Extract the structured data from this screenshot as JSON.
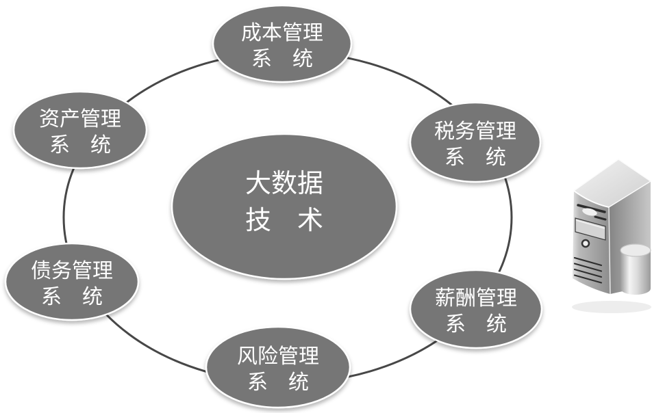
{
  "diagram": {
    "center_node": {
      "line1": "大数据",
      "line2": "技　术"
    },
    "nodes": [
      {
        "id": "cost",
        "line1": "成本管理",
        "line2": "系　统"
      },
      {
        "id": "tax",
        "line1": "税务管理",
        "line2": "系　统"
      },
      {
        "id": "salary",
        "line1": "薪酬管理",
        "line2": "系　统"
      },
      {
        "id": "risk",
        "line1": "风险管理",
        "line2": "系　统"
      },
      {
        "id": "debt",
        "line1": "债务管理",
        "line2": "系　统"
      },
      {
        "id": "asset",
        "line1": "资产管理",
        "line2": "系　统"
      }
    ],
    "icons": [
      {
        "name": "server-icon"
      }
    ],
    "colors": {
      "node_fill": "#767676",
      "node_text": "#ffffff",
      "ring_stroke": "#474747",
      "background": "#ffffff"
    }
  }
}
